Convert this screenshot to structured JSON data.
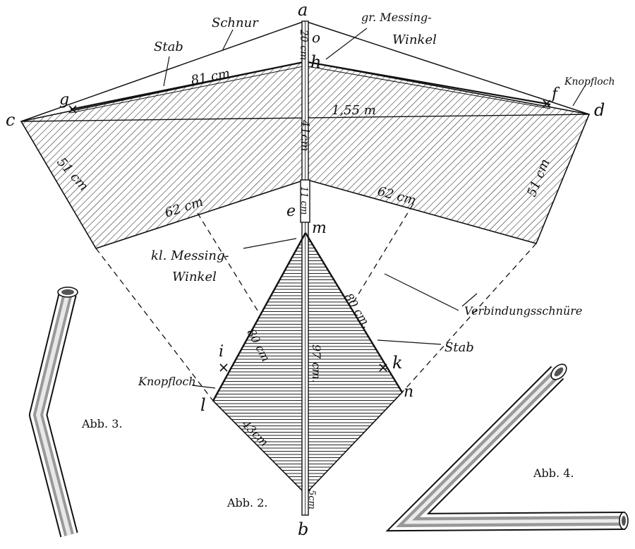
{
  "labels": {
    "point_a": "a",
    "point_o": "o",
    "point_h": "h",
    "point_g": "g",
    "point_f": "f",
    "point_c": "c",
    "point_d": "d",
    "point_e": "e",
    "point_m": "m",
    "point_i": "i",
    "point_k": "k",
    "point_l": "l",
    "point_n": "n",
    "point_b": "b",
    "schnur": "Schnur",
    "stab_top": "Stab",
    "stab_right": "Stab",
    "gr_messing_1": "gr. Messing-",
    "gr_messing_2": "Winkel",
    "knopfloch_right": "Knopfloch",
    "knopfloch_left": "Knopfloch",
    "kl_messing_1": "kl. Messing-",
    "kl_messing_2": "Winkel",
    "verbindung": "Verbindungsschnüre"
  },
  "dimensions": {
    "d_20cm": "20 cm",
    "d_81cm": "81 cm",
    "d_155m": "1,55 m",
    "d_41cm": "41cm",
    "d_51cm_left": "51 cm",
    "d_51cm_right": "51 cm",
    "d_11cm": "11 cm",
    "d_62cm_left": "62 cm",
    "d_62cm_right": "62 cm",
    "d_80cm_left": "80 cm",
    "d_80cm_right": "80 cm.",
    "d_97cm": "97 cm.",
    "d_43cm": "43cm",
    "d_5cm": "5cm"
  },
  "captions": {
    "abb2": "Abb. 2.",
    "abb3": "Abb. 3.",
    "abb4": "Abb. 4."
  }
}
